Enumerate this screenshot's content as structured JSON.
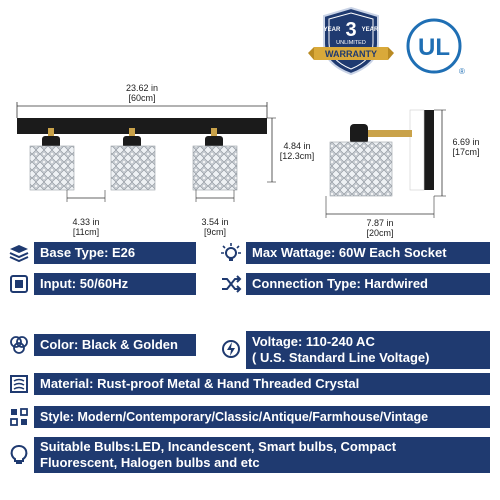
{
  "badge": {
    "year_number": "3",
    "year_left": "YEAR",
    "year_right": "YEAR",
    "unlimited": "UNLIMITED",
    "ribbon": "WARRANTY"
  },
  "ul_logo": {
    "text": "UL",
    "mark": "®"
  },
  "dimensions": {
    "width_in": "23.62 in",
    "width_cm": "[60cm]",
    "height_in": "4.84 in",
    "height_cm": "[12.3cm]",
    "spacing_in": "4.33 in",
    "spacing_cm": "[11cm]",
    "shade_in": "3.54 in",
    "shade_cm": "[9cm]",
    "depth_in": "7.87 in",
    "depth_cm": "[20cm]",
    "side_height_in": "6.69 in",
    "side_height_cm": "[17cm]"
  },
  "specs": {
    "base_type": "Base Type: E26",
    "max_wattage": "Max Wattage: 60W Each Socket",
    "input": "Input: 50/60Hz",
    "connection": "Connection Type: Hardwired",
    "color": "Color: Black & Golden",
    "voltage_line1": "Voltage: 110-240 AC",
    "voltage_line2": "( U.S. Standard Line Voltage)",
    "material": "Material: Rust-proof Metal & Hand Threaded Crystal",
    "style": "Style: Modern/Contemporary/Classic/Antique/Farmhouse/Vintage",
    "bulbs_line1": "Suitable Bulbs:LED, Incandescent, Smart bulbs, Compact",
    "bulbs_line2": "Fluorescent, Halogen bulbs and etc"
  },
  "colors": {
    "spec_bg": "#1f3a70",
    "icon": "#1f3a70",
    "gold": "#c9a24a",
    "fixture_black": "#1b1b1b",
    "ul_blue": "#1f6fb4"
  },
  "icons": {
    "base_type": "stack-layers-icon",
    "max_wattage": "light-bulb-rays-icon",
    "input": "plug-socket-icon",
    "connection": "shuffle-arrows-icon",
    "color": "color-circles-icon",
    "voltage": "voltage-cycle-icon",
    "material": "fabric-texture-icon",
    "style": "style-grid-icon",
    "bulbs": "light-bulb-icon"
  }
}
